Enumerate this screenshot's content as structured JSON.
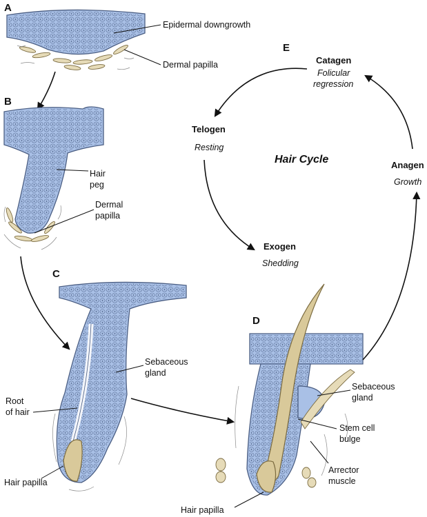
{
  "figure": {
    "panel_labels": {
      "a": "A",
      "b": "B",
      "c": "C",
      "d": "D",
      "e": "E"
    },
    "panel_a": {
      "epidermal_downgrowth": "Epidermal downgrowth",
      "dermal_papilla": "Dermal papilla"
    },
    "panel_b": {
      "hair_peg_line1": "Hair",
      "hair_peg_line2": "peg",
      "dermal_papilla_line1": "Dermal",
      "dermal_papilla_line2": "papilla"
    },
    "panel_c": {
      "sebaceous_line1": "Sebaceous",
      "sebaceous_line2": "gland",
      "root_line1": "Root",
      "root_line2": "of hair",
      "hair_papilla": "Hair papilla"
    },
    "panel_d": {
      "sebaceous_line1": "Sebaceous",
      "sebaceous_line2": "gland",
      "stem_line1": "Stem cell",
      "stem_line2": "bulge",
      "arrector_line1": "Arrector",
      "arrector_line2": "muscle",
      "hair_papilla": "Hair papilla"
    },
    "cycle": {
      "title": "Hair Cycle",
      "catagen": {
        "name": "Catagen",
        "desc_line1": "Folicular",
        "desc_line2": "regression"
      },
      "telogen": {
        "name": "Telogen",
        "desc": "Resting"
      },
      "anagen": {
        "name": "Anagen",
        "desc": "Growth"
      },
      "exogen": {
        "name": "Exogen",
        "desc": "Shedding"
      }
    }
  },
  "colors": {
    "epithelium": "#a9c0e6",
    "hair_shaft": "#d9c99a",
    "dermal_cells": "#e6dbb8",
    "outline": "#4a5d82"
  }
}
